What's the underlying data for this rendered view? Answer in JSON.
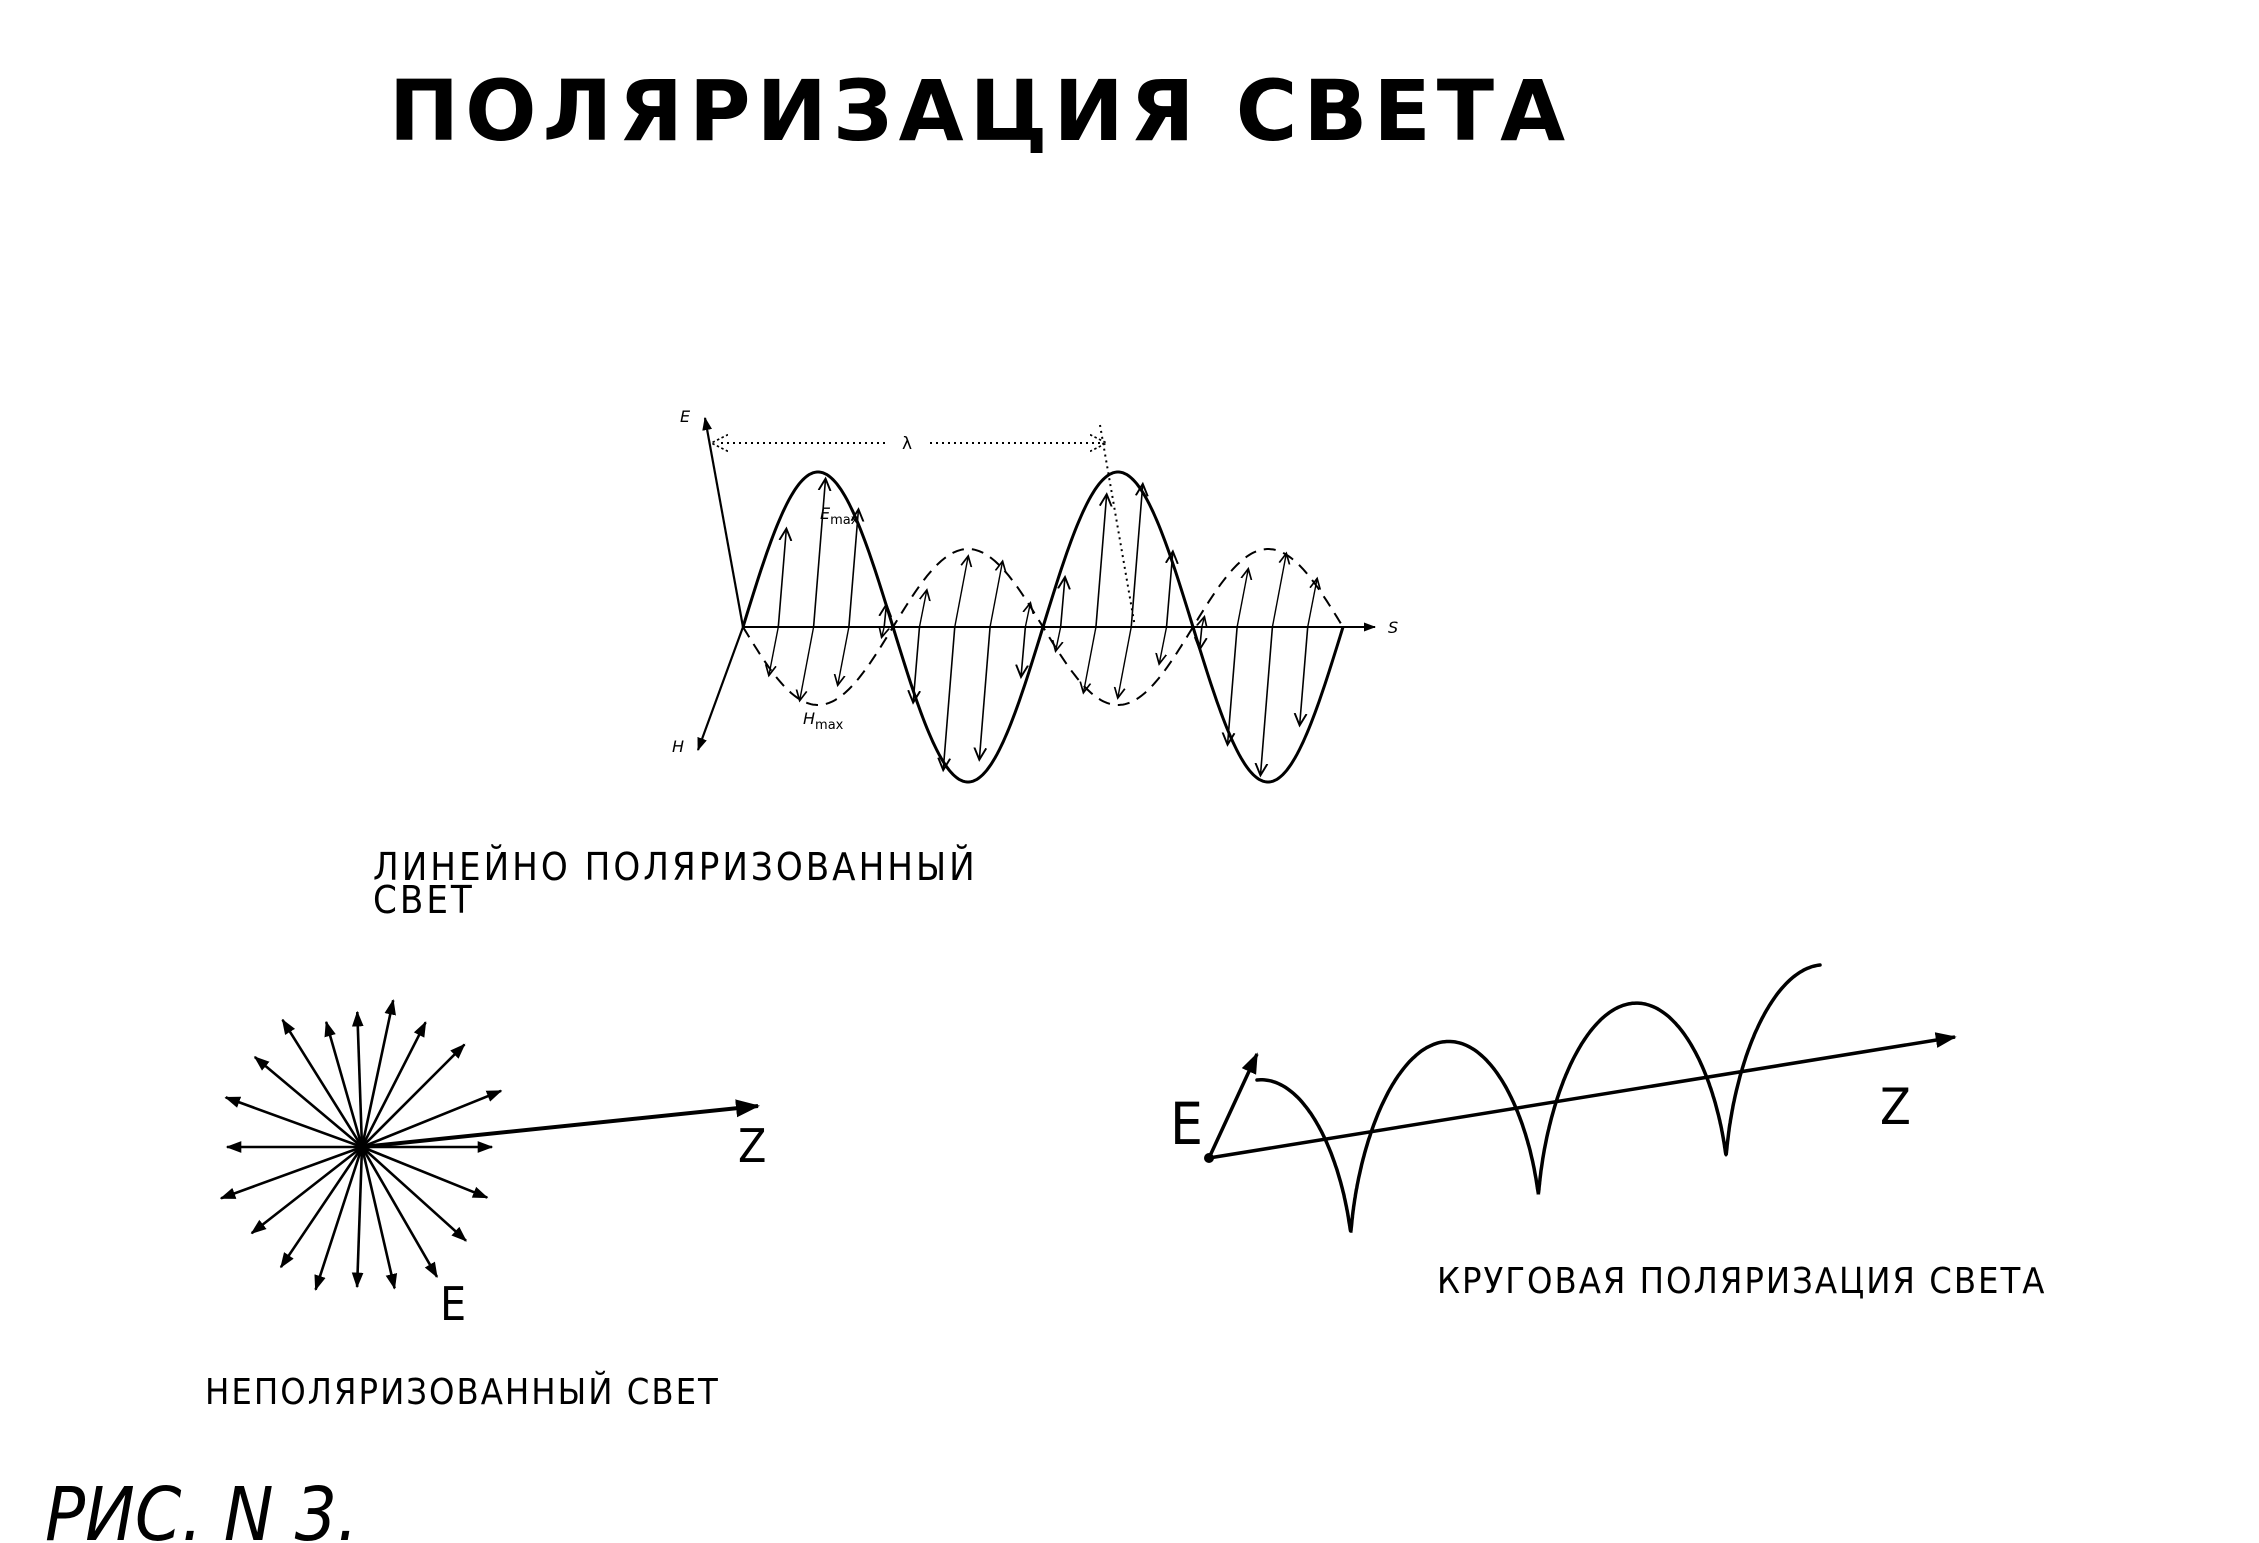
{
  "title": "ПОЛЯРИЗАЦИЯ СВЕТА",
  "figure_label": "РИС. N 3.",
  "linear": {
    "caption_line1": "ЛИНЕЙНО ПОЛЯРИЗОВАННЫЙ",
    "caption_line2": "СВЕТ",
    "axis_e": "E",
    "axis_h": "H",
    "axis_s": "S",
    "wavelength": "λ",
    "e_max": "E",
    "e_max_sub": "max",
    "h_max": "H",
    "h_max_sub": "max"
  },
  "unpolarized": {
    "caption": "НЕПОЛЯРИЗОВАННЫЙ СВЕТ",
    "vector_label": "E",
    "axis_label": "Z"
  },
  "circular": {
    "caption": "КРУГОВАЯ ПОЛЯРИЗАЦИЯ СВЕТА",
    "vector_label": "E",
    "axis_label": "Z"
  },
  "colors": {
    "ink": "#000000",
    "paper": "#ffffff"
  }
}
